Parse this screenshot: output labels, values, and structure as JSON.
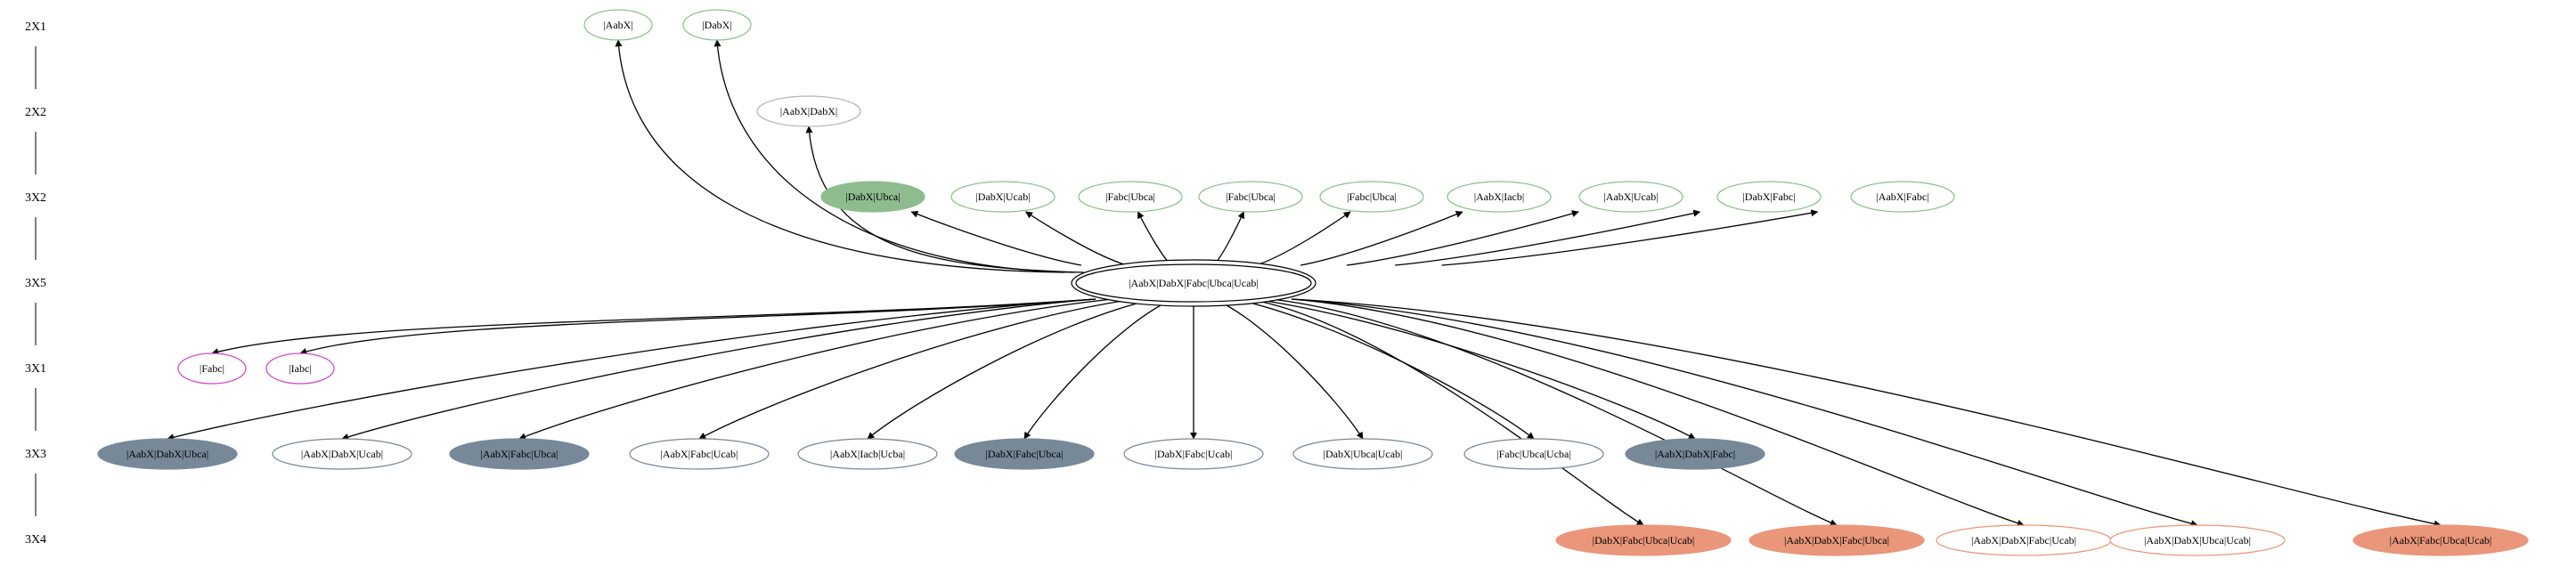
{
  "ranks": [
    "2X1",
    "2X2",
    "3X2",
    "3X5",
    "3X1",
    "3X3",
    "3X4"
  ],
  "center": {
    "id": "c",
    "label": "|AabX|DabX|Fabc|Ubca|Ucab|",
    "rank": "3X5",
    "style": "double"
  },
  "nodes": [
    {
      "id": "n1",
      "label": "|AabX|",
      "rank": "2X1",
      "style": "outline",
      "color": "#8fbc8f"
    },
    {
      "id": "n2",
      "label": "|DabX|",
      "rank": "2X1",
      "style": "outline",
      "color": "#8fbc8f"
    },
    {
      "id": "n3",
      "label": "|AabX|DabX|",
      "rank": "2X2",
      "style": "outline",
      "color": "#bdb2b2"
    },
    {
      "id": "n4",
      "label": "|DabX|Ubca|",
      "rank": "3X2",
      "style": "filled",
      "color": "#8fbc8f"
    },
    {
      "id": "n5",
      "label": "|DabX|Ucab|",
      "rank": "3X2",
      "style": "outline",
      "color": "#8fbc8f"
    },
    {
      "id": "n6",
      "label": "|Fabc|Ubca|",
      "rank": "3X2",
      "style": "outline",
      "color": "#8fbc8f"
    },
    {
      "id": "n7",
      "label": "|Fabc|Ubca|",
      "rank": "3X2",
      "style": "outline",
      "color": "#8fbc8f"
    },
    {
      "id": "n8",
      "label": "|Fabc|Ubca|",
      "rank": "3X2",
      "style": "outline",
      "color": "#8fbc8f"
    },
    {
      "id": "n9",
      "label": "|AabX|Iacb|",
      "rank": "3X2",
      "style": "outline",
      "color": "#8fbc8f"
    },
    {
      "id": "n10",
      "label": "|AabX|Ucab|",
      "rank": "3X2",
      "style": "outline",
      "color": "#8fbc8f"
    },
    {
      "id": "n11",
      "label": "|DabX|Fabc|",
      "rank": "3X2",
      "style": "outline",
      "color": "#8fbc8f"
    },
    {
      "id": "n12",
      "label": "|AabX|Fabc|",
      "rank": "3X2",
      "style": "outline",
      "color": "#8fbc8f"
    },
    {
      "id": "n13",
      "label": "|Fabc|",
      "rank": "3X1",
      "style": "outline",
      "color": "#cc44cc"
    },
    {
      "id": "n14",
      "label": "|Iabc|",
      "rank": "3X1",
      "style": "outline",
      "color": "#cc44cc"
    },
    {
      "id": "n15",
      "label": "|AabX|DabX|Ubca|",
      "rank": "3X3",
      "style": "filled",
      "color": "#778899"
    },
    {
      "id": "n16",
      "label": "|AabX|DabX|Ucab|",
      "rank": "3X3",
      "style": "outline",
      "color": "#778899"
    },
    {
      "id": "n17",
      "label": "|AabX|Fabc|Ubca|",
      "rank": "3X3",
      "style": "filled",
      "color": "#778899"
    },
    {
      "id": "n18",
      "label": "|AabX|Fabc|Ucab|",
      "rank": "3X3",
      "style": "outline",
      "color": "#778899"
    },
    {
      "id": "n19",
      "label": "|AabX|Iacb|Ucba|",
      "rank": "3X3",
      "style": "outline",
      "color": "#778899"
    },
    {
      "id": "n20",
      "label": "|DabX|Fabc|Ubca|",
      "rank": "3X3",
      "style": "filled",
      "color": "#778899"
    },
    {
      "id": "n21",
      "label": "|DabX|Fabc|Ucab|",
      "rank": "3X3",
      "style": "outline",
      "color": "#778899"
    },
    {
      "id": "n22",
      "label": "|DabX|Ubca|Ucab|",
      "rank": "3X3",
      "style": "outline",
      "color": "#778899"
    },
    {
      "id": "n23",
      "label": "|Fabc|Ubca|Ucba|",
      "rank": "3X3",
      "style": "outline",
      "color": "#778899"
    },
    {
      "id": "n24",
      "label": "|AabX|DabX|Fabc|",
      "rank": "3X3",
      "style": "filled",
      "color": "#778899"
    },
    {
      "id": "n25",
      "label": "|DabX|Fabc|Ubca|Ucab|",
      "rank": "3X4",
      "style": "filled",
      "color": "#e9967a"
    },
    {
      "id": "n26",
      "label": "|AabX|DabX|Fabc|Ubca|",
      "rank": "3X4",
      "style": "filled",
      "color": "#e9967a"
    },
    {
      "id": "n27",
      "label": "|AabX|DabX|Fabc|Ucab|",
      "rank": "3X4",
      "style": "outline",
      "color": "#e9967a"
    },
    {
      "id": "n28",
      "label": "|AabX|DabX|Ubca|Ucab|",
      "rank": "3X4",
      "style": "outline",
      "color": "#e9967a"
    },
    {
      "id": "n29",
      "label": "|AabX|Fabc|Ubca|Ucab|",
      "rank": "3X4",
      "style": "filled",
      "color": "#e9967a"
    }
  ]
}
